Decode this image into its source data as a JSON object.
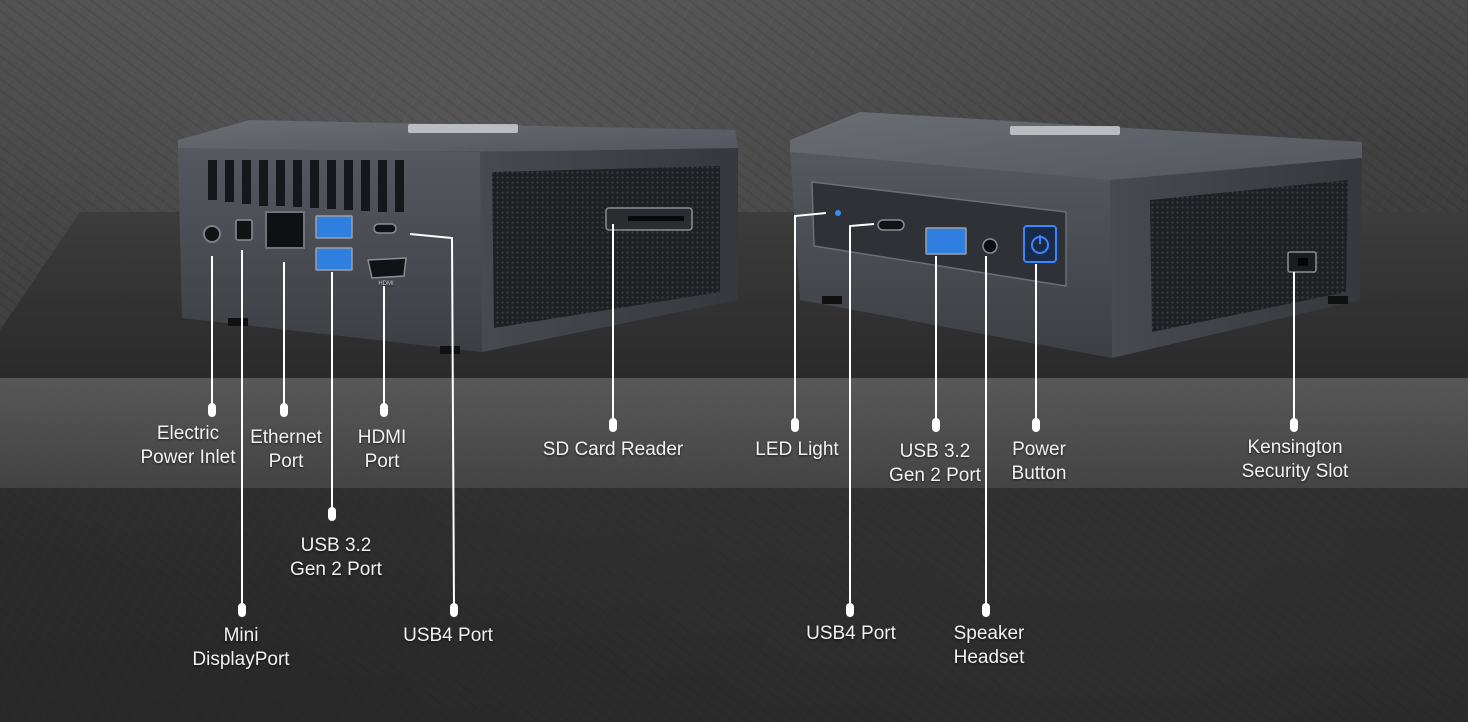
{
  "callouts": {
    "electric_power_inlet": "Electric\nPower Inlet",
    "ethernet_port": "Ethernet\nPort",
    "hdmi_port": "HDMI\nPort",
    "usb32_left": "USB 3.2\nGen 2 Port",
    "mini_displayport": "Mini\nDisplayPort",
    "usb4_left": "USB4 Port",
    "sd_card_reader": "SD Card Reader",
    "led_light": "LED Light",
    "usb32_right": "USB 3.2\nGen 2 Port",
    "power_button": "Power\nButton",
    "usb4_right": "USB4 Port",
    "speaker_headset": "Speaker\nHeadset",
    "kensington_slot": "Kensington\nSecurity Slot"
  },
  "port_markings": {
    "hdmi": "HDMI"
  },
  "colors": {
    "label_text": "#f2f2f2",
    "callout_line": "#ffffff",
    "device_body": "#4b4f55",
    "led_blue": "#3a8bff",
    "usb_blue": "#2f7fe0",
    "power_button_blue": "#3b86ff"
  }
}
